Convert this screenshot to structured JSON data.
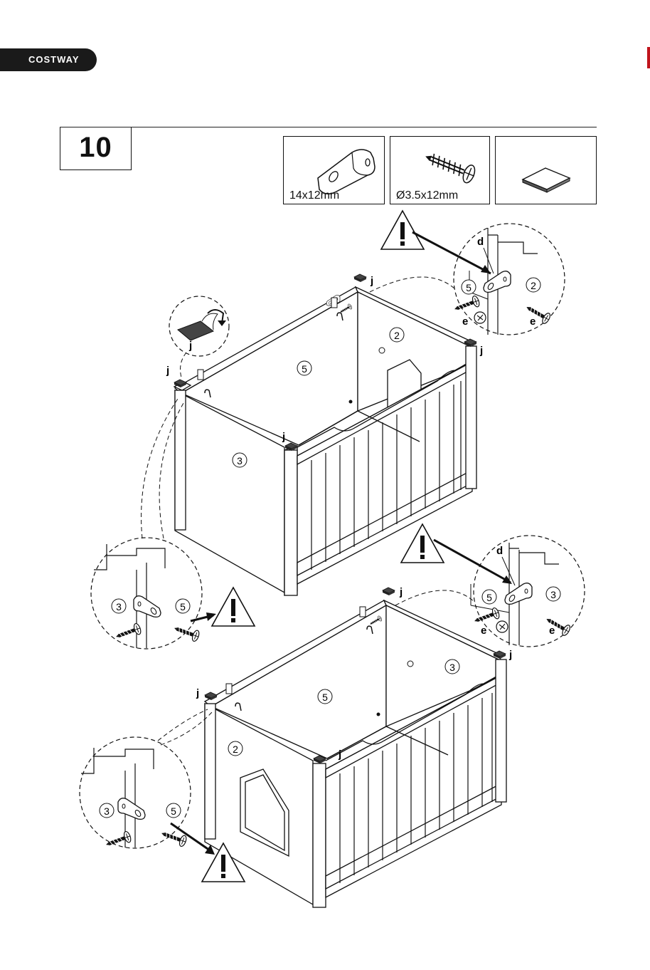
{
  "header": {
    "brand": "COSTWAY",
    "step_number": "10"
  },
  "parts": [
    {
      "name": "bracket",
      "size": "14x12mm"
    },
    {
      "name": "screw",
      "size": "Ø3.5x12mm"
    },
    {
      "name": "felt-pad",
      "size": ""
    }
  ],
  "labels": {
    "panel_2": "2",
    "panel_3": "3",
    "panel_5": "5",
    "bracket": "d",
    "screw": "e",
    "pad": "j",
    "warning": "!"
  },
  "colors": {
    "ink": "#111111",
    "brand_bg": "#1a1a1a",
    "accent": "#c0141c"
  }
}
